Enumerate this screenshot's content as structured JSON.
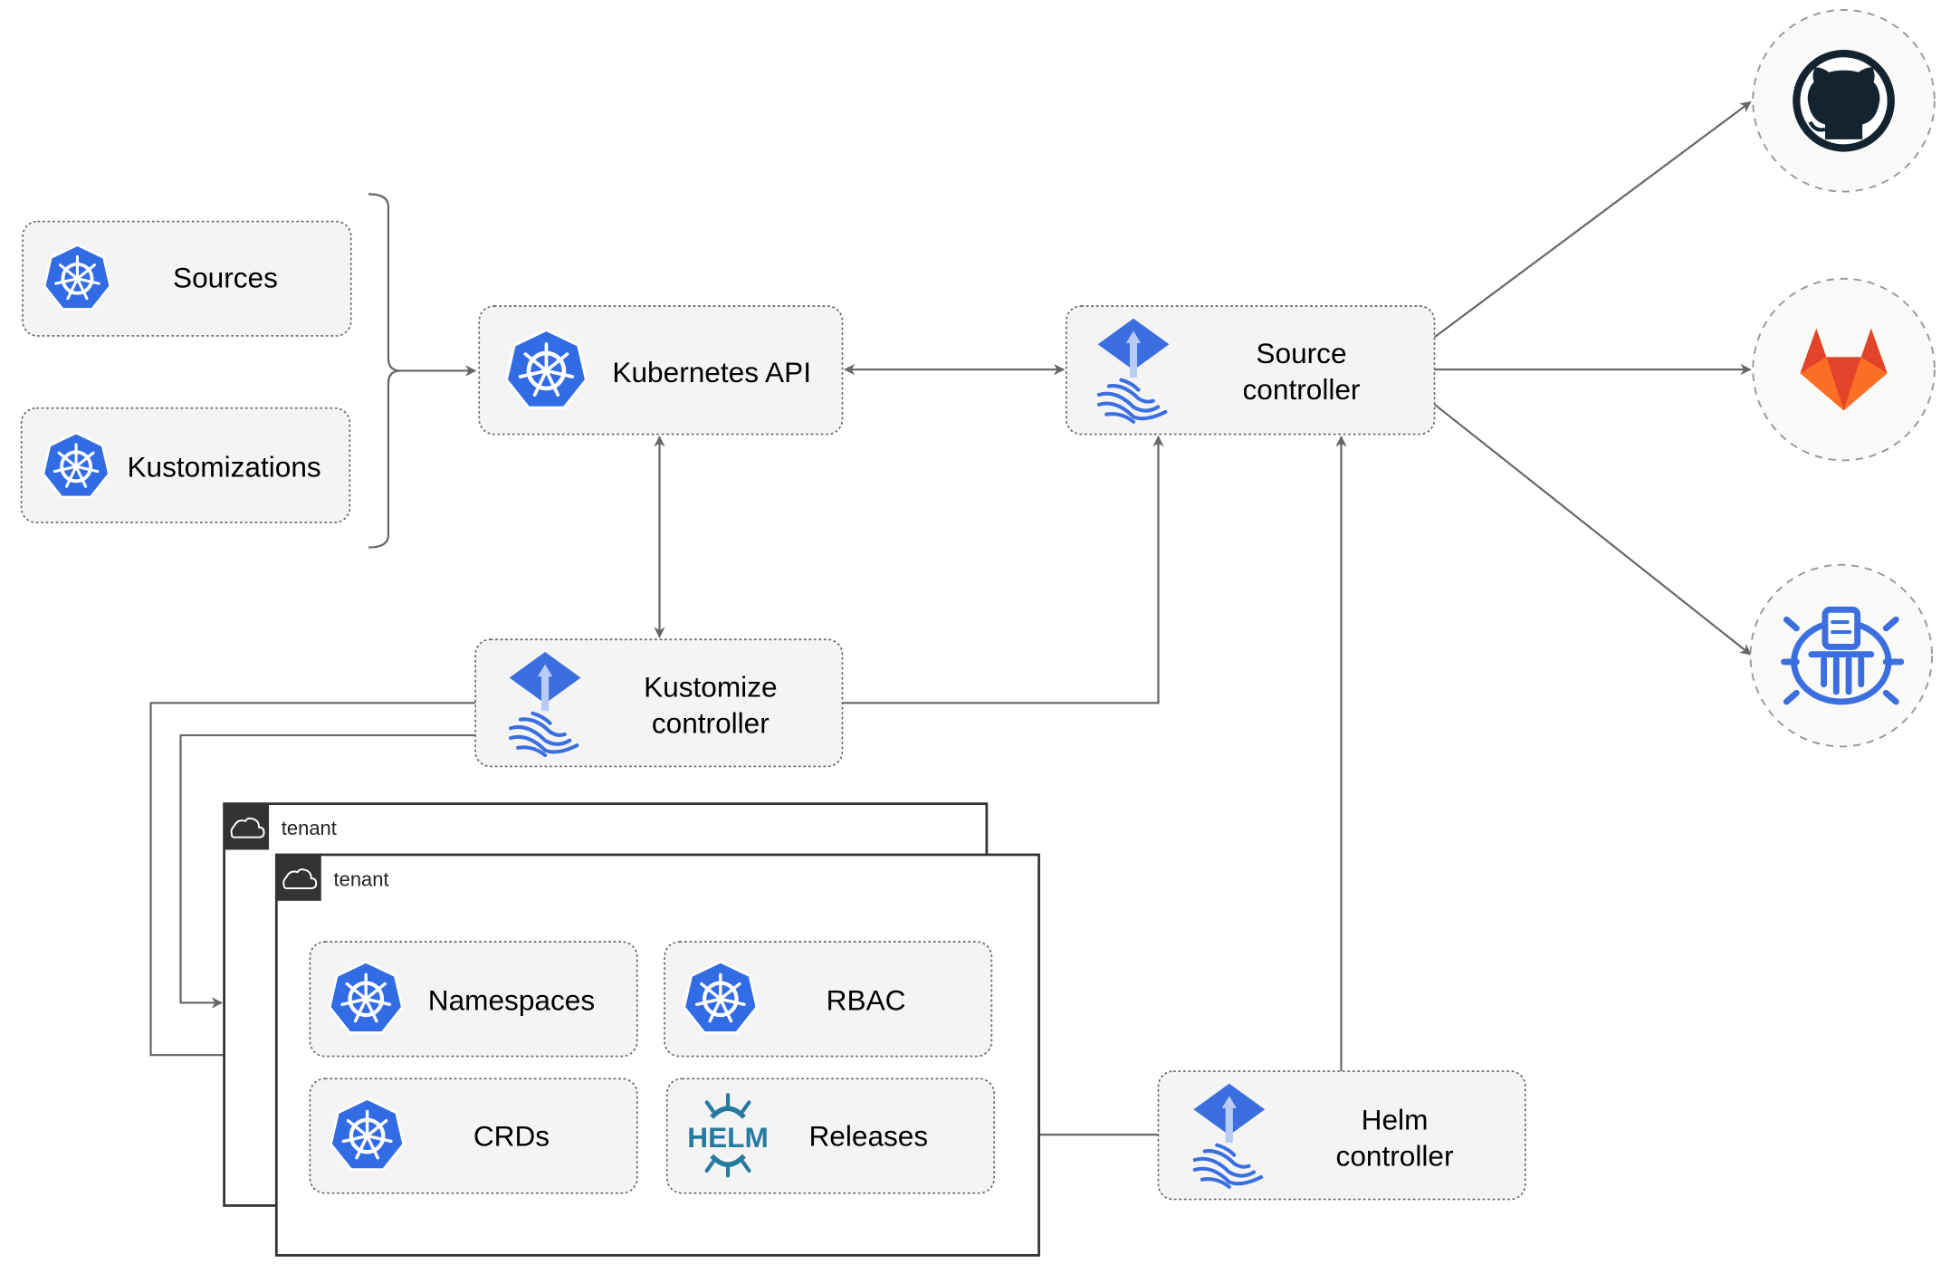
{
  "nodes": {
    "sources": "Sources",
    "kustomizations": "Kustomizations",
    "kubernetes_api": "Kubernetes API",
    "source_controller": [
      "Source",
      "controller"
    ],
    "kustomize_controller": [
      "Kustomize",
      "controller"
    ],
    "helm_controller": [
      "Helm",
      "controller"
    ],
    "namespaces": "Namespaces",
    "rbac": "RBAC",
    "crds": "CRDs",
    "releases": "Releases"
  },
  "tenants": [
    "tenant",
    "tenant"
  ],
  "helm_logo_text": "HELM",
  "external_sources": [
    {
      "icon": "github-icon"
    },
    {
      "icon": "gitlab-icon"
    },
    {
      "icon": "bucket-icon"
    }
  ],
  "colors": {
    "kubernetes_blue": "#326ce5",
    "flux_blue": "#3b6fe0",
    "helm_teal": "#277a9f",
    "github_dark": "#13232f",
    "gitlab_orange": "#e24329",
    "edge_gray": "#666666"
  }
}
